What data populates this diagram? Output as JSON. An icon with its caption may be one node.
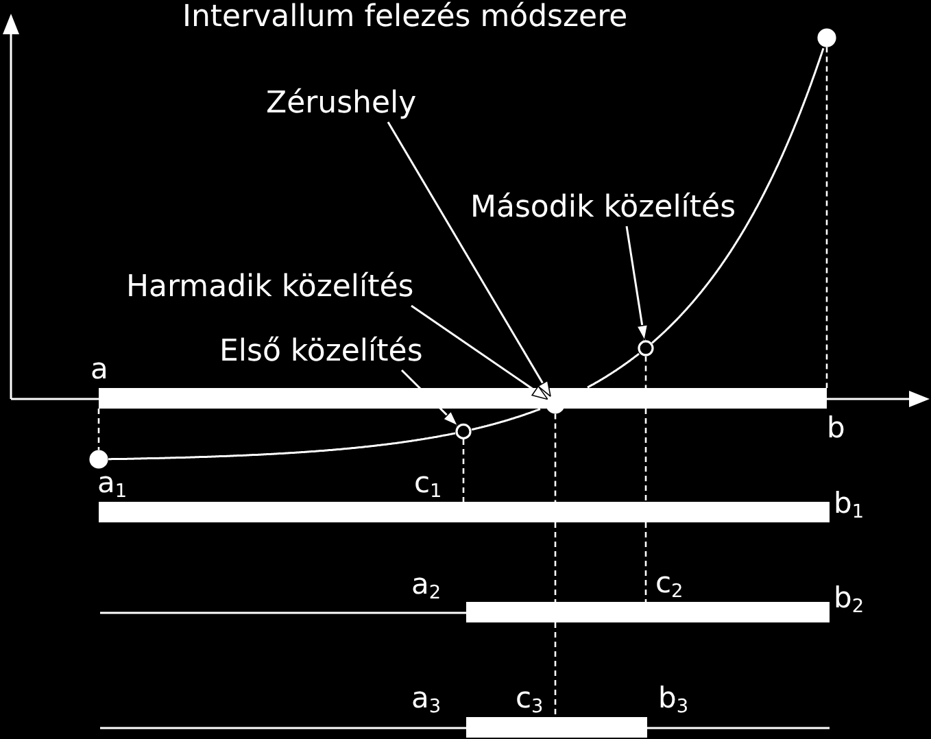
{
  "diagram": {
    "title": "Intervallum felezés módszere",
    "nodes": [
      {
        "text": [
          "Zérushely"
        ]
      },
      {
        "text": [
          "Második közelítés"
        ]
      },
      {
        "text": [
          "Harmadik közelítés"
        ]
      },
      {
        "text": [
          "Első közelítés"
        ]
      },
      {
        "text": [],
        "shape": "circle"
      },
      {
        "text": [],
        "shape": "circle"
      },
      {
        "text": [],
        "shape": "circle"
      },
      {
        "text": [],
        "shape": "circle"
      },
      {
        "text": [],
        "shape": "circle"
      },
      {
        "text": [],
        "shape": "bar"
      },
      {
        "text": [],
        "shape": "bar"
      },
      {
        "text": [],
        "shape": "bar"
      },
      {
        "text": [],
        "shape": "bar"
      }
    ],
    "edges": [
      {
        "from": 0,
        "to": 6,
        "arrow": "to"
      },
      {
        "from": 1,
        "to": 7,
        "arrow": "to"
      },
      {
        "from": 2,
        "to": 6,
        "arrow": "to"
      },
      {
        "from": 3,
        "to": 5,
        "arrow": "to"
      },
      {
        "from": 4,
        "to": 5,
        "arrow": "none"
      },
      {
        "from": 5,
        "to": 9,
        "arrow": "none"
      },
      {
        "from": 9,
        "to": 7,
        "arrow": "none"
      },
      {
        "from": 7,
        "to": 8,
        "arrow": "none"
      },
      {
        "from": 9,
        "to": 4,
        "arrow": "none",
        "style": "dashed"
      },
      {
        "from": 8,
        "to": 9,
        "arrow": "none",
        "style": "dashed"
      },
      {
        "from": 5,
        "to": 10,
        "arrow": "none",
        "style": "dashed"
      },
      {
        "from": 6,
        "to": 10,
        "arrow": "none",
        "style": "dashed"
      },
      {
        "from": 10,
        "to": 11,
        "arrow": "none",
        "style": "dashed"
      },
      {
        "from": 11,
        "to": 12,
        "arrow": "none",
        "style": "dashed"
      },
      {
        "from": 7,
        "to": 9,
        "arrow": "none",
        "style": "dashed"
      },
      {
        "from": 9,
        "to": 10,
        "arrow": "none",
        "style": "dashed"
      },
      {
        "from": 10,
        "to": 11,
        "arrow": "none",
        "style": "dashed"
      }
    ],
    "labels": [
      "a",
      "b",
      "a$_{1}$",
      "c$_{1}$",
      "b$_{1}$",
      "a$_{2}$",
      "c$_{2}$",
      "b$_{2}$",
      "a$_{3}$",
      "c$_{3}$",
      "b$_{3}$"
    ]
  }
}
